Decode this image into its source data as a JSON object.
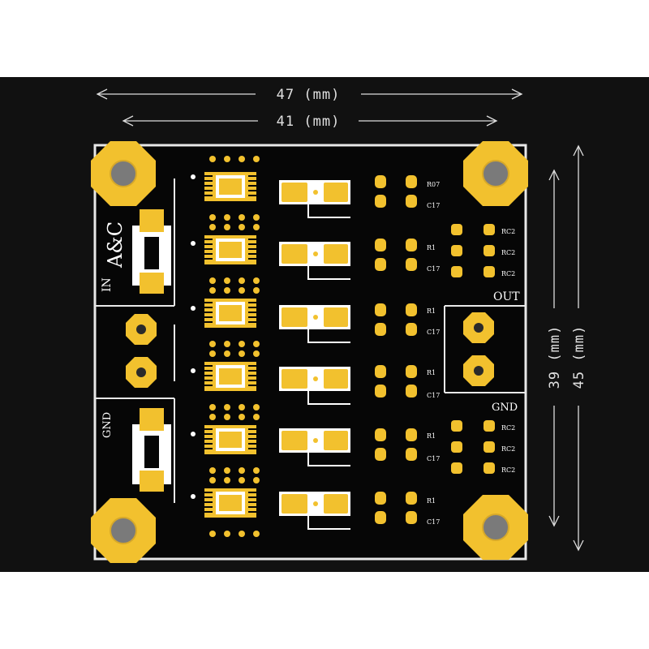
{
  "dimensions": {
    "outer_width": "47 (mm)",
    "inner_width": "41 (mm)",
    "inner_height": "39 (mm)",
    "outer_height": "45 (mm)"
  },
  "silkscreen": {
    "logo": "A&C",
    "in_label": "IN",
    "gnd_left": "GND",
    "out_label": "OUT",
    "gnd_right": "GND",
    "ref_r07": "R07",
    "ref_c17": "C17",
    "ref_r1": "R1",
    "ref_rc2": "RC2"
  },
  "colors": {
    "background": "#111111",
    "board": "#060606",
    "copper": "#f2c12e",
    "silk": "#ffffff"
  }
}
